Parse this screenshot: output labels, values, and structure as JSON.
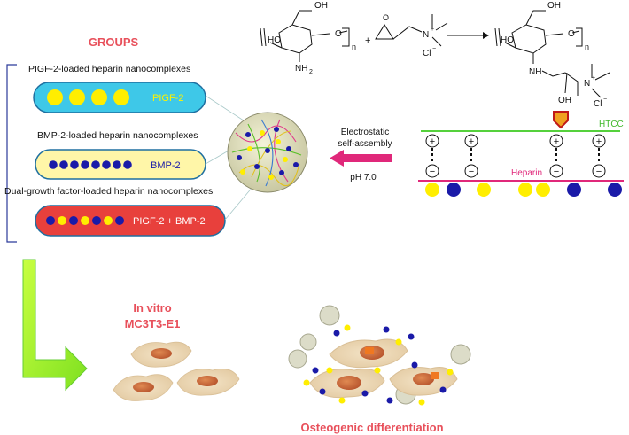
{
  "groups": {
    "heading": "GROUPS",
    "items": [
      {
        "caption": "PIGF-2-loaded heparin nanocomplexes",
        "label": "PIGF-2"
      },
      {
        "caption": "BMP-2-loaded heparin nanocomplexes",
        "label": "BMP-2"
      },
      {
        "caption": "Dual-growth factor-loaded heparin nanocomplexes",
        "label": "PIGF-2 + BMP-2"
      }
    ]
  },
  "reaction": {
    "reactant_oh": "OH",
    "reactant_ho": "HO",
    "reactant_nh2": "NH",
    "nh2_sub": "2",
    "repeat_n": "n",
    "plus": "+",
    "reagent_n": "N",
    "reagent_charge": "+",
    "reagent_cl": "Cl",
    "reagent_cl_charge": "−",
    "product_oh": "OH",
    "product_ho": "HO",
    "product_nh": "NH",
    "product_oh2": "OH",
    "product_n": "N",
    "product_charge": "+",
    "product_cl": "Cl",
    "product_cl_charge": "−"
  },
  "assembly": {
    "htcc_label": "HTCC",
    "heparin_label": "Heparin",
    "process_line1": "Electrostatic",
    "process_line2": "self-assembly",
    "ph_label": "pH 7.0",
    "plus_sign": "+",
    "minus_sign": "−"
  },
  "invitro": {
    "line1": "In vitro",
    "line2": "MC3T3-E1"
  },
  "outcome": "Osteogenic differentiation",
  "colors": {
    "red_heading": "#e8505b",
    "green_line": "#55d13c",
    "pink_line": "#e0287a",
    "yellow": "#ffee00",
    "blue": "#1a1aa8",
    "cyan_pill": "#3ec8e8",
    "yellow_pill": "#fff6a8",
    "red_pill": "#e8403c",
    "bracket": "#2b3a9a"
  }
}
